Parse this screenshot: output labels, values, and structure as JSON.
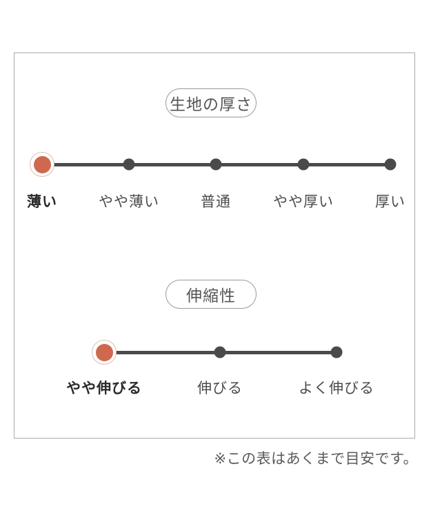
{
  "diagram": {
    "note": "※この表はあくまで目安です。",
    "colors": {
      "accent_dot": "#cf684e",
      "accent_ring": "#d9bfae",
      "scale": "#4a4a4a",
      "frame_border": "#a9a9a9",
      "pill_border": "#9a9a9a",
      "label_text": "#4a4a4a",
      "note_text": "#5a5a5a"
    },
    "sections": [
      {
        "title": "生地の厚さ",
        "selected_index": 0,
        "selected_label": "薄い",
        "items": [
          {
            "label": "薄い",
            "selected": true
          },
          {
            "label": "やや薄い",
            "selected": false
          },
          {
            "label": "普通",
            "selected": false
          },
          {
            "label": "やや厚い",
            "selected": false
          },
          {
            "label": "厚い",
            "selected": false
          }
        ]
      },
      {
        "title": "伸縮性",
        "selected_index": 0,
        "selected_label": "やや伸びる",
        "items": [
          {
            "label": "やや伸びる",
            "selected": true
          },
          {
            "label": "伸びる",
            "selected": false
          },
          {
            "label": "よく伸びる",
            "selected": false
          }
        ]
      }
    ]
  }
}
